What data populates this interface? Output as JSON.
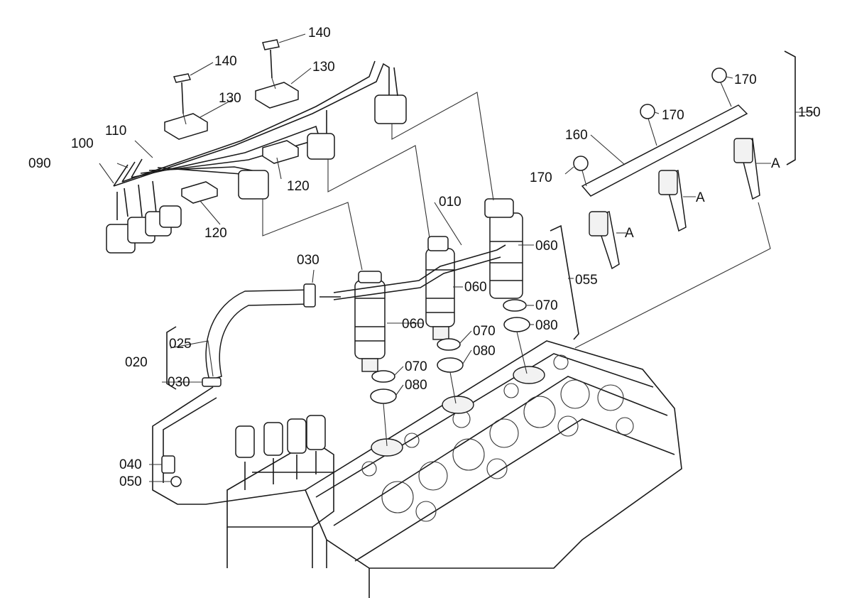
{
  "labels": {
    "l010": "010",
    "l020": "020",
    "l025": "025",
    "l030a": "030",
    "l030b": "030",
    "l040": "040",
    "l050": "050",
    "l055": "055",
    "l060a": "060",
    "l060b": "060",
    "l060c": "060",
    "l070a": "070",
    "l070b": "070",
    "l070c": "070",
    "l080a": "080",
    "l080b": "080",
    "l080c": "080",
    "l090": "090",
    "l100": "100",
    "l110": "110",
    "l120a": "120",
    "l120b": "120",
    "l130a": "130",
    "l130b": "130",
    "l140a": "140",
    "l140b": "140",
    "l150": "150",
    "l160": "160",
    "l170a": "170",
    "l170b": "170",
    "l170c": "170",
    "lAa": "A",
    "lAb": "A",
    "lAc": "A"
  },
  "colors": {
    "ink": "#1a1a1a",
    "paper": "#ffffff"
  }
}
